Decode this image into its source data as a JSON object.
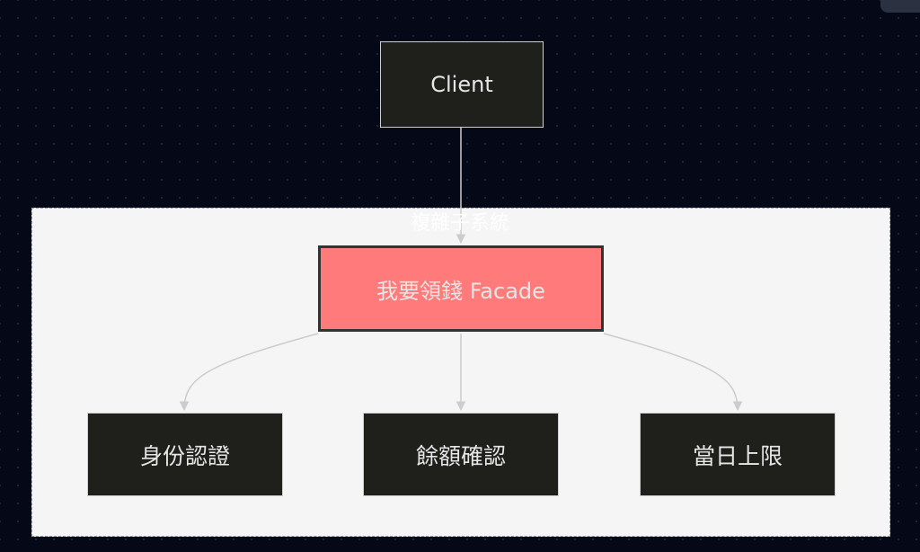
{
  "diagram": {
    "client": {
      "label": "Client"
    },
    "subsystem": {
      "label": "複雜子系統",
      "facade": {
        "label": "我要領錢 Facade"
      },
      "components": [
        {
          "label": "身份認證"
        },
        {
          "label": "餘額確認"
        },
        {
          "label": "當日上限"
        }
      ]
    },
    "colors": {
      "background": "#040817",
      "subsystem_fill": "#f5f5f5",
      "node_fill": "#1f1f1c",
      "facade_fill": "#ff7a7a",
      "edge": "#cccccc"
    }
  }
}
